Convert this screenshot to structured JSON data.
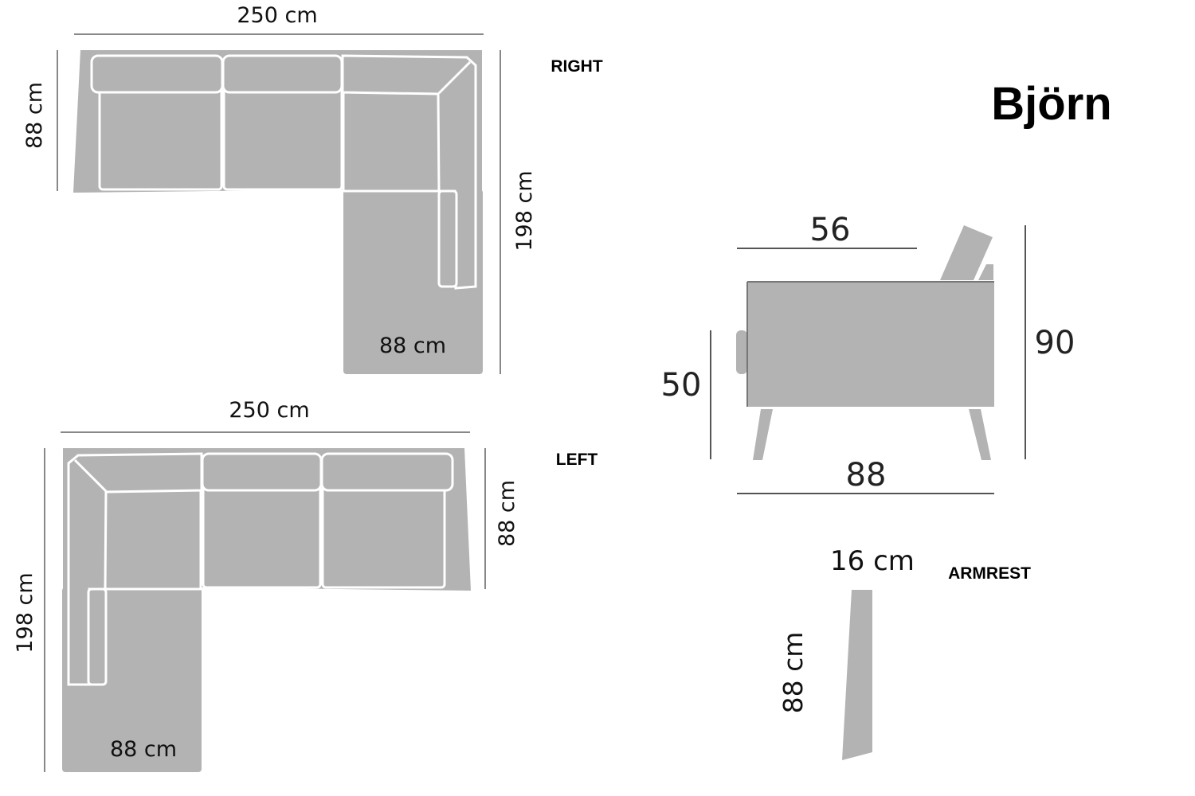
{
  "title": "Björn",
  "colors": {
    "upholstery": "#b3b3b3",
    "outline": "#ffffff",
    "dimension_line": "#888888",
    "text": "#111111"
  },
  "right_variant": {
    "label": "RIGHT",
    "width": "250 cm",
    "depth": "88 cm",
    "length": "198 cm",
    "chaise_depth": "88 cm"
  },
  "left_variant": {
    "label": "LEFT",
    "width": "250 cm",
    "depth": "88 cm",
    "length": "198 cm",
    "chaise_depth": "88 cm"
  },
  "side_view": {
    "seat_depth": "56",
    "total_depth": "88",
    "seat_height": "50",
    "total_height": "90"
  },
  "armrest": {
    "label": "ARMREST",
    "width": "16 cm",
    "depth": "88 cm"
  }
}
